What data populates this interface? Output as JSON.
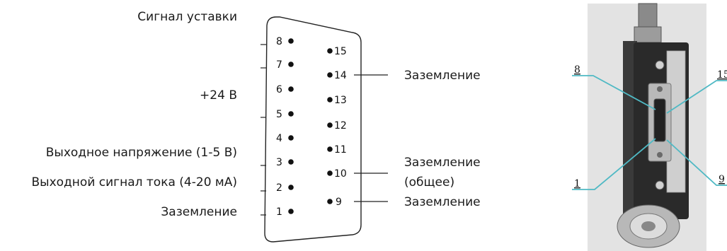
{
  "left_labels": {
    "setpoint": "Сигнал уставки",
    "power": "+24 В",
    "voltage_out": "Выходное напряжение (1-5 В)",
    "current_out": "Выходной сигнал тока (4-20 мА)",
    "ground": "Заземление"
  },
  "right_labels": {
    "ground_14": "Заземление",
    "ground_common_line1": "Заземление",
    "ground_common_line2": "(общее)",
    "ground_9": "Заземление"
  },
  "connector": {
    "top_row_pins": [
      "8",
      "7",
      "6",
      "5",
      "4",
      "3",
      "2",
      "1"
    ],
    "bottom_row_pins": [
      "15",
      "14",
      "13",
      "12",
      "11",
      "10",
      "9"
    ]
  },
  "photo_callouts": {
    "top_left": "8",
    "top_right": "15",
    "bottom_left": "1",
    "bottom_right": "9"
  },
  "colors": {
    "callout_line": "#4fb9c4",
    "photo_bg": "#e2e2e2",
    "connector_body": "#2a2a2a"
  }
}
